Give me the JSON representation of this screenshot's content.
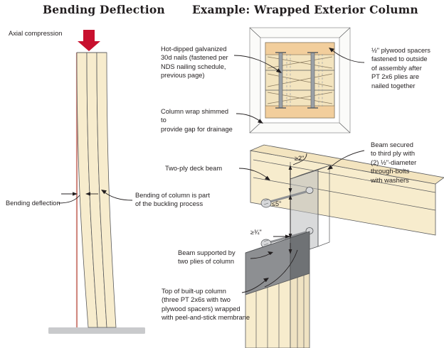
{
  "titles": {
    "left": "Bending Deflection",
    "right": "Example: Wrapped Exterior Column"
  },
  "left_panel": {
    "axial_label": "Axial compression",
    "deflection_label": "Bending deflection",
    "buckling_label": "Bending of column is part\nof the buckling process",
    "load_arrow_color": "#c8102e",
    "wood_color": "#f7eccd",
    "base_color": "#c9cacc"
  },
  "right_panel": {
    "nails_label": "Hot-dipped galvanized\n30d nails (fastened per\nNDS nailing schedule,\nprevious page)",
    "wrap_shim_label": "Column wrap shimmed to\nprovide gap for drainage",
    "spacers_label": "½\" plywood spacers\nfastened to outside\nof assembly after\nPT 2x6 plies are\nnailed together",
    "beam_label": "Two-ply deck beam",
    "bolts_label": "Beam secured\nto third ply with\n(2) ½\"-diameter\nthrough-bolts\nwith washers",
    "supported_label": "Beam supported by\ntwo plies of column",
    "topcol_label": "Top of built-up column\n(three PT 2x6s with two\nplywood spacers) wrapped\nwith peel-and-stick membrane",
    "dimensions": {
      "top_edge": "≥2\"",
      "spacing": "≤5\"",
      "bottom_edge": "≥¾\""
    },
    "spacer_color": "#f2ce9c",
    "wrap_color": "#fbfbf9",
    "gray_ply_color": "#8d8f92"
  }
}
